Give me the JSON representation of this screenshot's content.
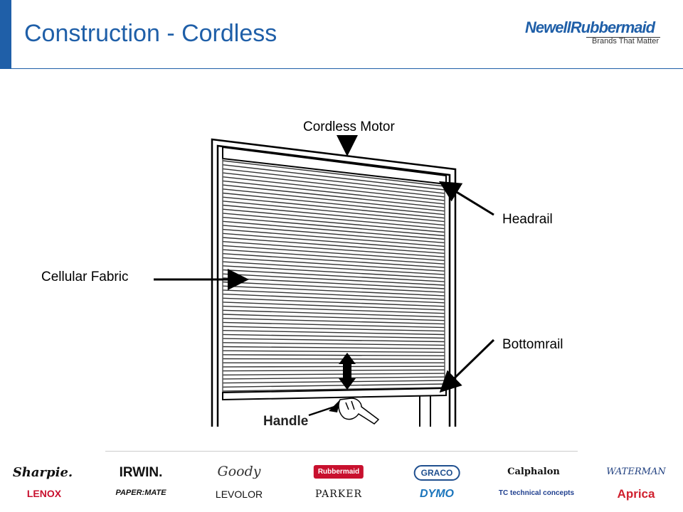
{
  "slide": {
    "title": "Construction - Cordless",
    "logo": {
      "name": "NewellRubbermaid",
      "tagline": "Brands That Matter"
    }
  },
  "diagram": {
    "handle_text": "Handle",
    "callouts": {
      "motor": "Cordless Motor",
      "headrail": "Headrail",
      "fabric": "Cellular Fabric",
      "bottomrail": "Bottomrail"
    }
  },
  "brands": {
    "row1": [
      "Sharpie.",
      "IRWIN.",
      "Goody",
      "Rubbermaid",
      "GRACO",
      "Calphalon",
      "WATERMAN"
    ],
    "row2": [
      "LENOX",
      "PAPER:MATE",
      "LEVOLOR",
      "PARKER",
      "DYMO",
      "TC technical concepts",
      "Aprica"
    ]
  },
  "colors": {
    "accent": "#1f5fa8",
    "rubbermaid_red": "#c8102e",
    "dymo_blue": "#1b75bc",
    "aprica_red": "#d0202e"
  }
}
